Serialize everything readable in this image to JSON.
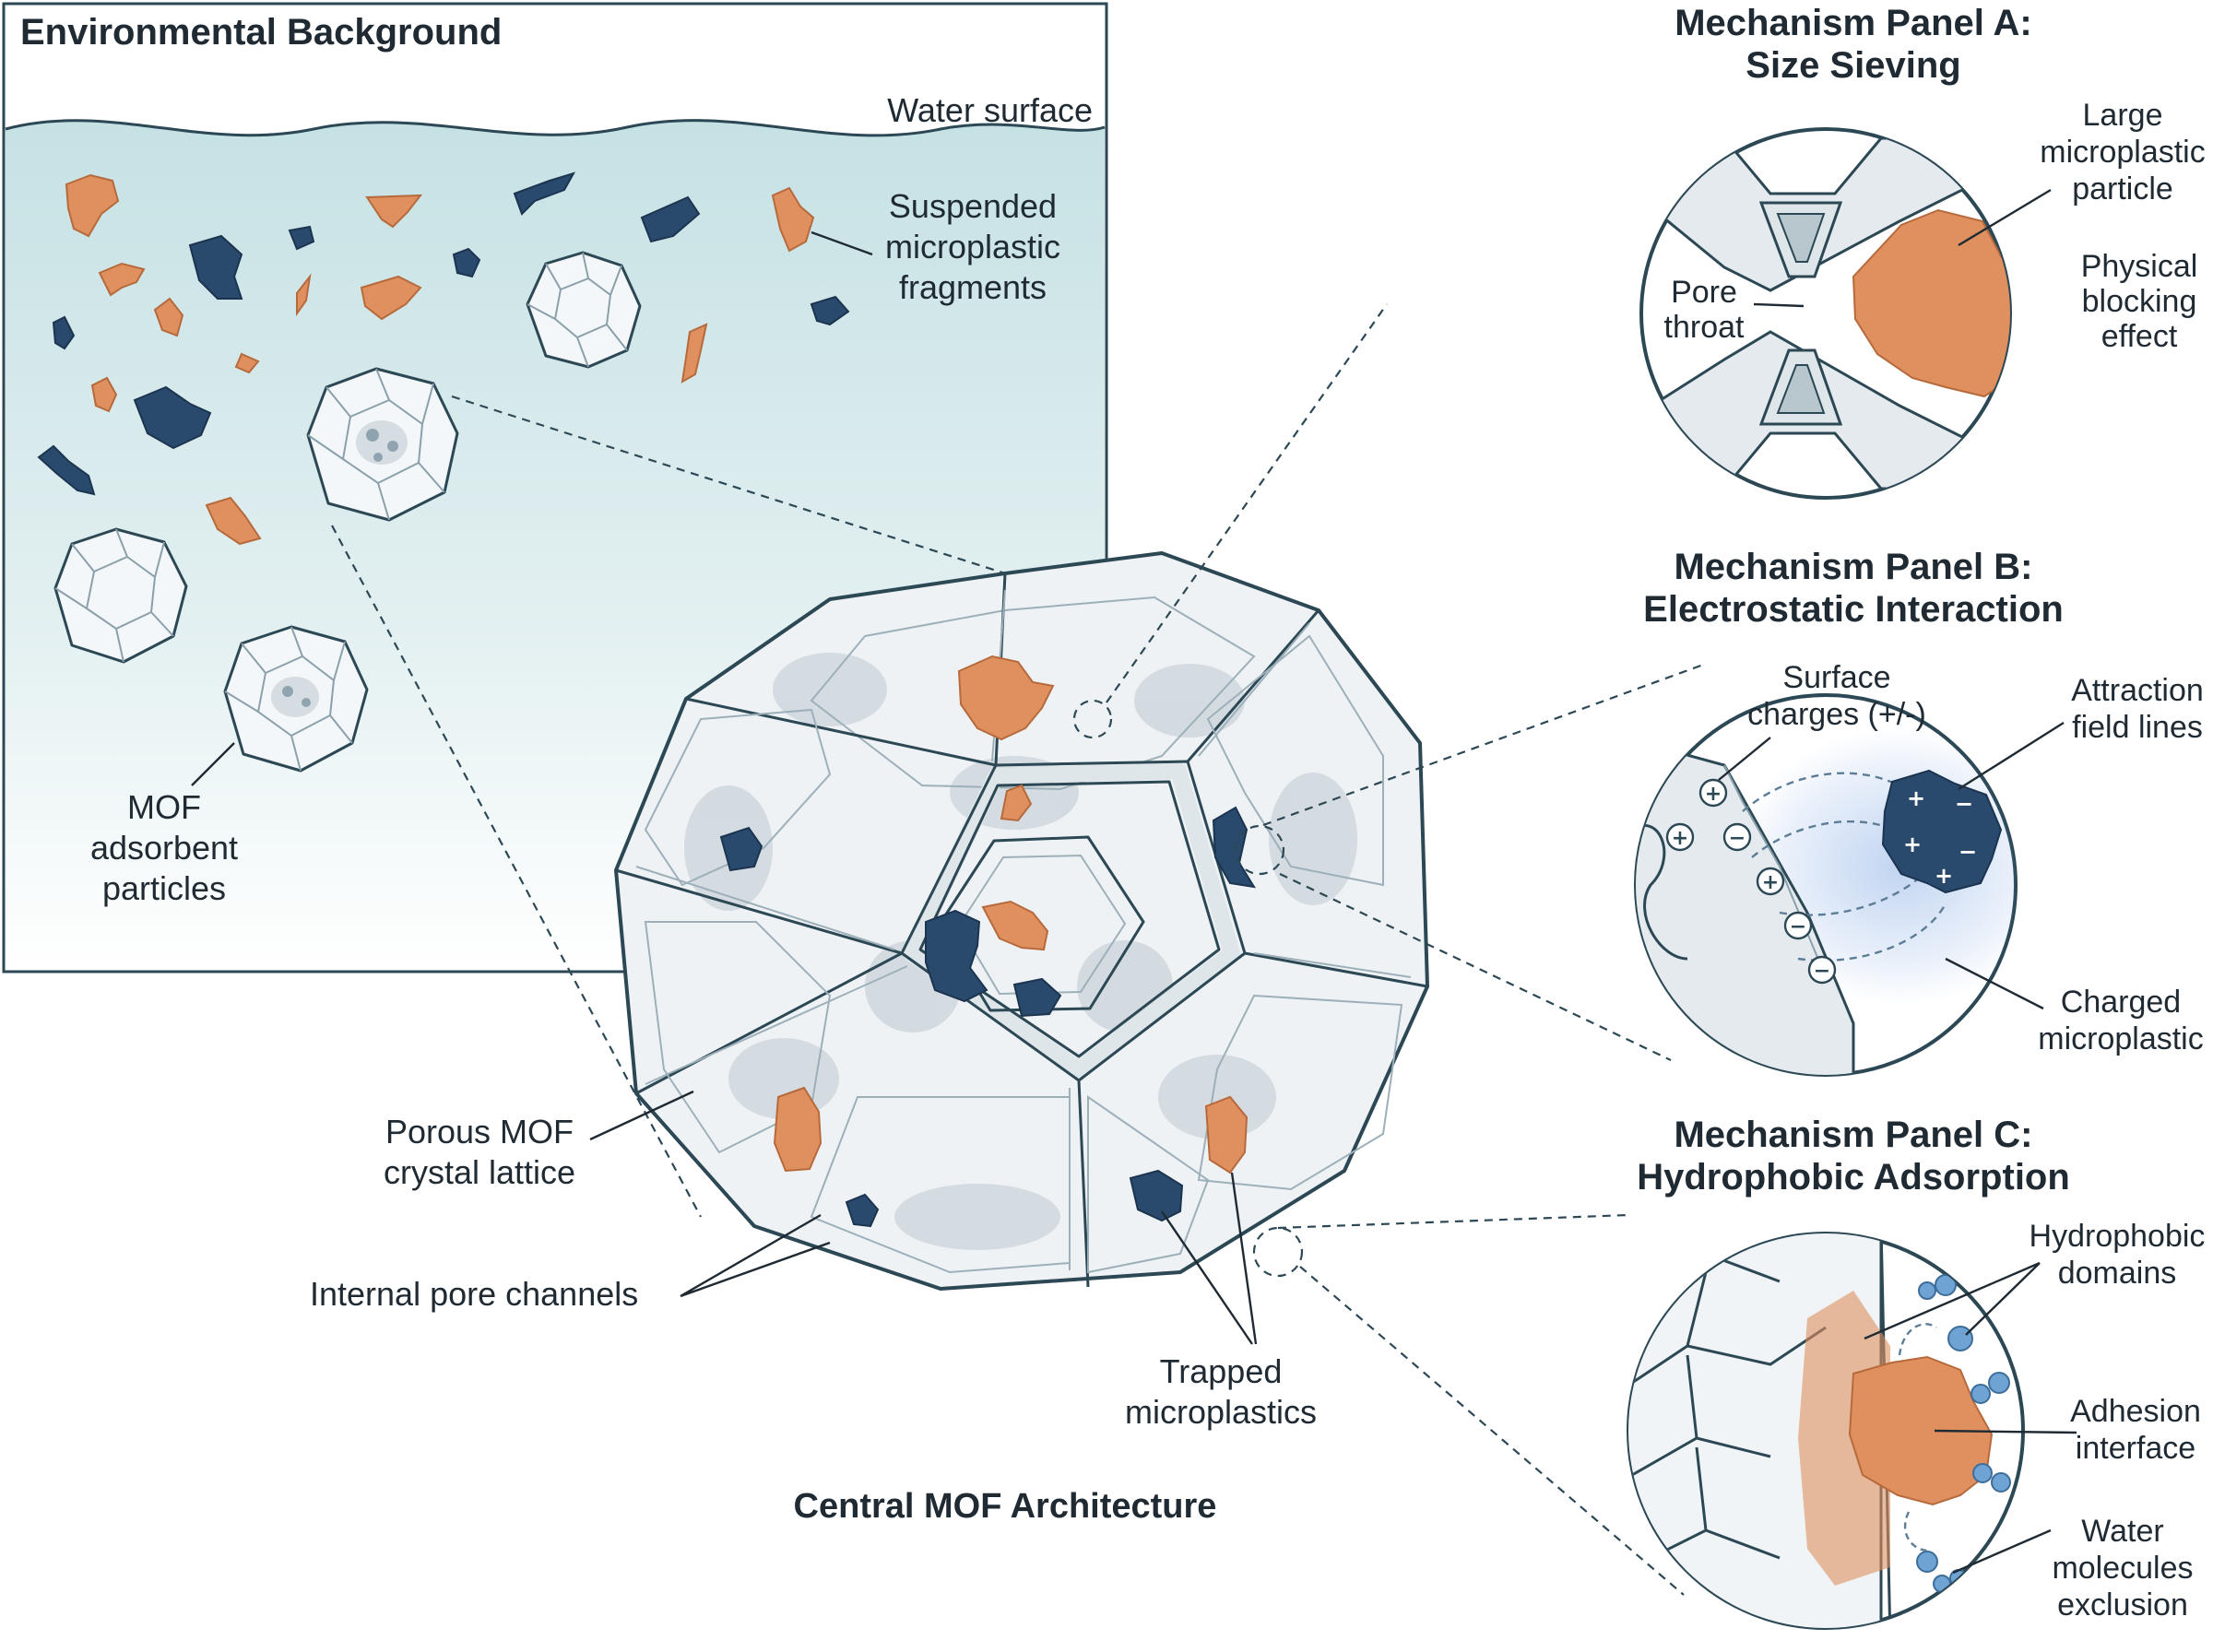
{
  "env": {
    "title": "Environmental Background",
    "water_label": "Water surface",
    "fragments_label": [
      "Suspended",
      "microplastic",
      "fragments"
    ],
    "mof_label": [
      "MOF",
      "adsorbent",
      "particles"
    ]
  },
  "central": {
    "title": "Central MOF Architecture",
    "lattice_label": [
      "Porous MOF",
      "crystal lattice"
    ],
    "pore_label": "Internal pore channels",
    "trapped_label": [
      "Trapped",
      "microplastics"
    ]
  },
  "panel_a": {
    "title": [
      "Mechanism Panel A:",
      "Size Sieving"
    ],
    "large_label": [
      "Large",
      "microplastic",
      "particle"
    ],
    "pore_throat_label": [
      "Pore",
      "throat"
    ],
    "blocking_label": [
      "Physical",
      "blocking",
      "effect"
    ]
  },
  "panel_b": {
    "title": [
      "Mechanism Panel B:",
      "Electrostatic Interaction"
    ],
    "surface_label": [
      "Surface",
      "charges (+/-)"
    ],
    "field_label": [
      "Attraction",
      "field lines"
    ],
    "charged_label": [
      "Charged",
      "microplastic"
    ]
  },
  "panel_c": {
    "title": [
      "Mechanism Panel C:",
      "Hydrophobic Adsorption"
    ],
    "hydro_label": [
      "Hydrophobic",
      "domains"
    ],
    "adhesion_label": [
      "Adhesion",
      "interface"
    ],
    "water_label": [
      "Water",
      "molecules",
      "exclusion"
    ]
  },
  "colors": {
    "microplastic_orange": "#e0905f",
    "microplastic_navy": "#2a4a6d",
    "frame": "#2c4855",
    "water_tint": "#cfe6e8",
    "charge_glow": "#4f86d8",
    "water_molecule": "#6fa3d4"
  }
}
